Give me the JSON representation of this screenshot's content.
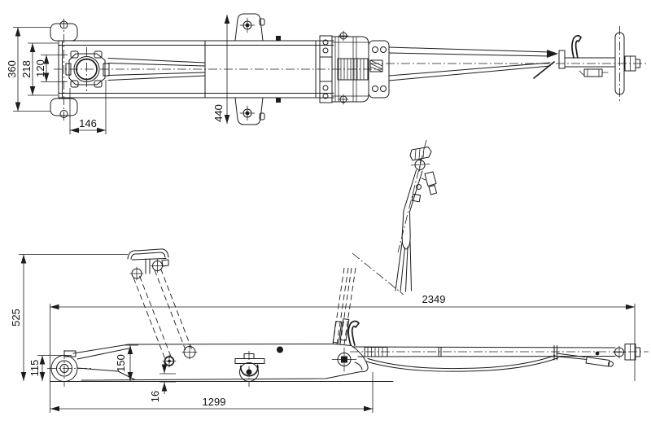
{
  "colors": {
    "line": "#1c1c1c",
    "background": "#ffffff"
  },
  "views": {
    "top_view": {
      "dims": {
        "overall_width": "360",
        "frame_width": "218",
        "saddle_width": "120",
        "saddle_length": "146",
        "bracket_span": "440"
      }
    },
    "side_view": {
      "dims": {
        "max_lift_height": "525",
        "front_height": "115",
        "frame_height": "150",
        "ground_clearance": "16",
        "chassis_length": "1299",
        "overall_length": "2349"
      }
    }
  }
}
